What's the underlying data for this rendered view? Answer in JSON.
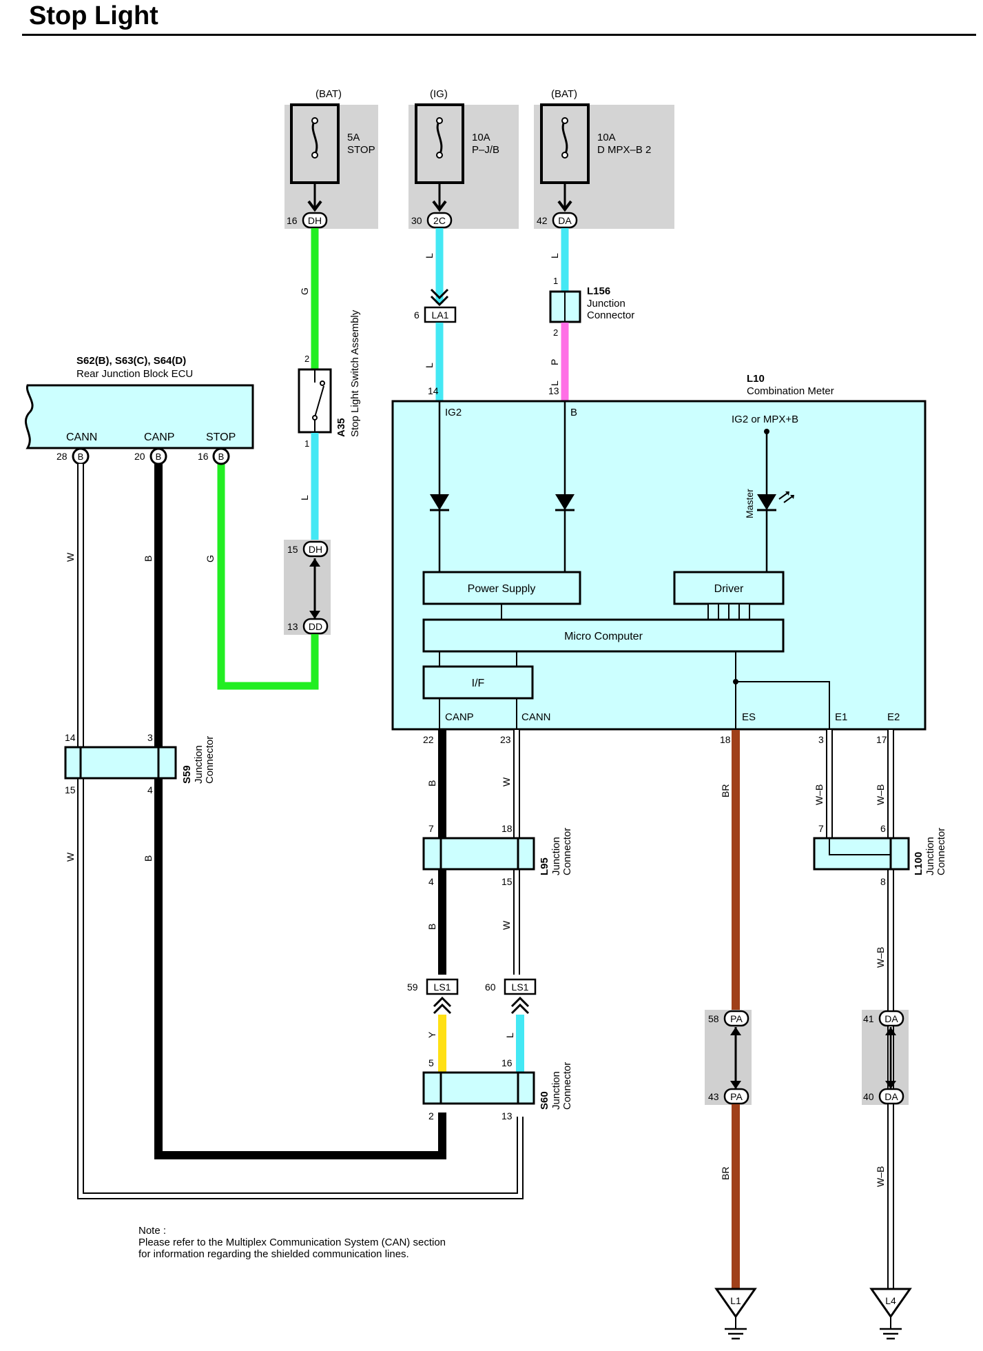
{
  "title": "Stop Light",
  "colors": {
    "wire_G": "#22ee22",
    "wire_L": "#44e8f4",
    "wire_P": "#ff6fe6",
    "wire_B": "#000000",
    "wire_W": "#ffffff",
    "wire_Y": "#ffe014",
    "wire_BR": "#a0401a",
    "ecu_fill": "#ccffff",
    "fuse_box": "#d4d4d4",
    "inline_box": "#d0d0d0"
  },
  "fuses": [
    {
      "source": "(BAT)",
      "rating": "5A",
      "name": "STOP",
      "pin": "16",
      "connector": "DH"
    },
    {
      "source": "(IG)",
      "rating": "10A",
      "name": "P–J/B",
      "pin": "30",
      "connector": "2C"
    },
    {
      "source": "(BAT)",
      "rating": "10A",
      "name": "D MPX–B 2",
      "pin": "42",
      "connector": "DA"
    }
  ],
  "rear_ecu": {
    "code": "S62(B), S63(C), S64(D)",
    "name": "Rear Junction Block ECU",
    "terminals": [
      {
        "label": "CANN",
        "pin": "28",
        "connector": "B"
      },
      {
        "label": "CANP",
        "pin": "20",
        "connector": "B"
      },
      {
        "label": "STOP",
        "pin": "16",
        "connector": "B"
      }
    ]
  },
  "stop_switch": {
    "code": "A35",
    "name": "Stop Light Switch Assembly",
    "pin_top": "2",
    "pin_bottom": "1"
  },
  "inline_dh": {
    "pin_top": "15",
    "conn_top": "DH",
    "pin_bottom": "13",
    "conn_bottom": "DD"
  },
  "la1": {
    "pin": "6",
    "connector": "LA1"
  },
  "l156": {
    "code": "L156",
    "name_line1": "Junction",
    "name_line2": "Connector",
    "pin_top": "1",
    "pin_bottom": "2"
  },
  "meter": {
    "code": "L10",
    "name": "Combination Meter",
    "pin_ig2": "14",
    "pin_b": "13",
    "label_ig2": "IG2",
    "label_b": "B",
    "label_ig2_mpx": "IG2 or MPX+B",
    "label_master": "Master",
    "power_supply": "Power Supply",
    "driver": "Driver",
    "micro_computer": "Micro Computer",
    "interface": "I/F",
    "bottom_labels": [
      "CANP",
      "CANN",
      "ES",
      "E1",
      "E2"
    ],
    "bottom_pins": [
      "22",
      "23",
      "18",
      "3",
      "17"
    ]
  },
  "s59": {
    "code": "S59",
    "name_line1": "Junction",
    "name_line2": "Connector",
    "pins": [
      "14",
      "3",
      "15",
      "4"
    ]
  },
  "l95": {
    "code": "L95",
    "name_line1": "Junction",
    "name_line2": "Connector",
    "pins": [
      "7",
      "18",
      "4",
      "15"
    ]
  },
  "l100": {
    "code": "L100",
    "name_line1": "Junction",
    "name_line2": "Connector",
    "pins": [
      "7",
      "6",
      "8"
    ]
  },
  "ls1": [
    {
      "pin": "59",
      "connector": "LS1"
    },
    {
      "pin": "60",
      "connector": "LS1"
    }
  ],
  "s60": {
    "code": "S60",
    "name_line1": "Junction",
    "name_line2": "Connector",
    "pins": [
      "5",
      "16",
      "2",
      "13"
    ]
  },
  "pa": {
    "pin_top": "58",
    "conn_top": "PA",
    "pin_bottom": "43",
    "conn_bottom": "PA"
  },
  "da": {
    "pin_top": "41",
    "conn_top": "DA",
    "pin_bottom": "40",
    "conn_bottom": "DA"
  },
  "grounds": [
    "L1",
    "L4"
  ],
  "wire_labels": {
    "G": "G",
    "L": "L",
    "P": "P",
    "W": "W",
    "B": "B",
    "Y": "Y",
    "BR": "BR",
    "WB": "W–B"
  },
  "note": {
    "heading": "Note :",
    "line1": "Please refer to the Multiplex Communication System (CAN) section",
    "line2": "for information regarding the shielded communication lines."
  }
}
